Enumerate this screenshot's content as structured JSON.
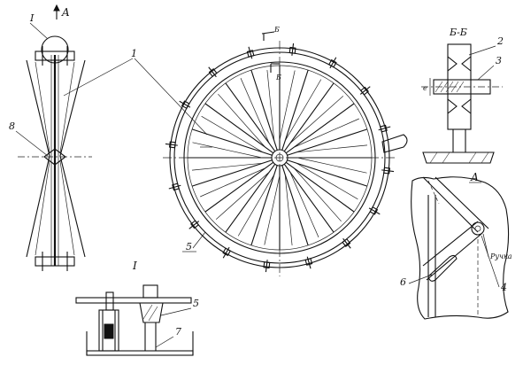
{
  "labels": {
    "view_a_top": "A",
    "callout_1_top": "I",
    "part_1": "1",
    "part_8": "8",
    "section_b_mark": "Б",
    "section_b_arrow_top": "Б",
    "section_bb": "Б-Б",
    "part_2": "2",
    "part_3": "3",
    "part_5_wheel": "5",
    "view_a_detail": "А",
    "handle": "Ручка",
    "part_6": "6",
    "part_4": "4",
    "detail_1": "I",
    "part_5_detail": "5",
    "part_7": "7",
    "dim_e": "е"
  }
}
